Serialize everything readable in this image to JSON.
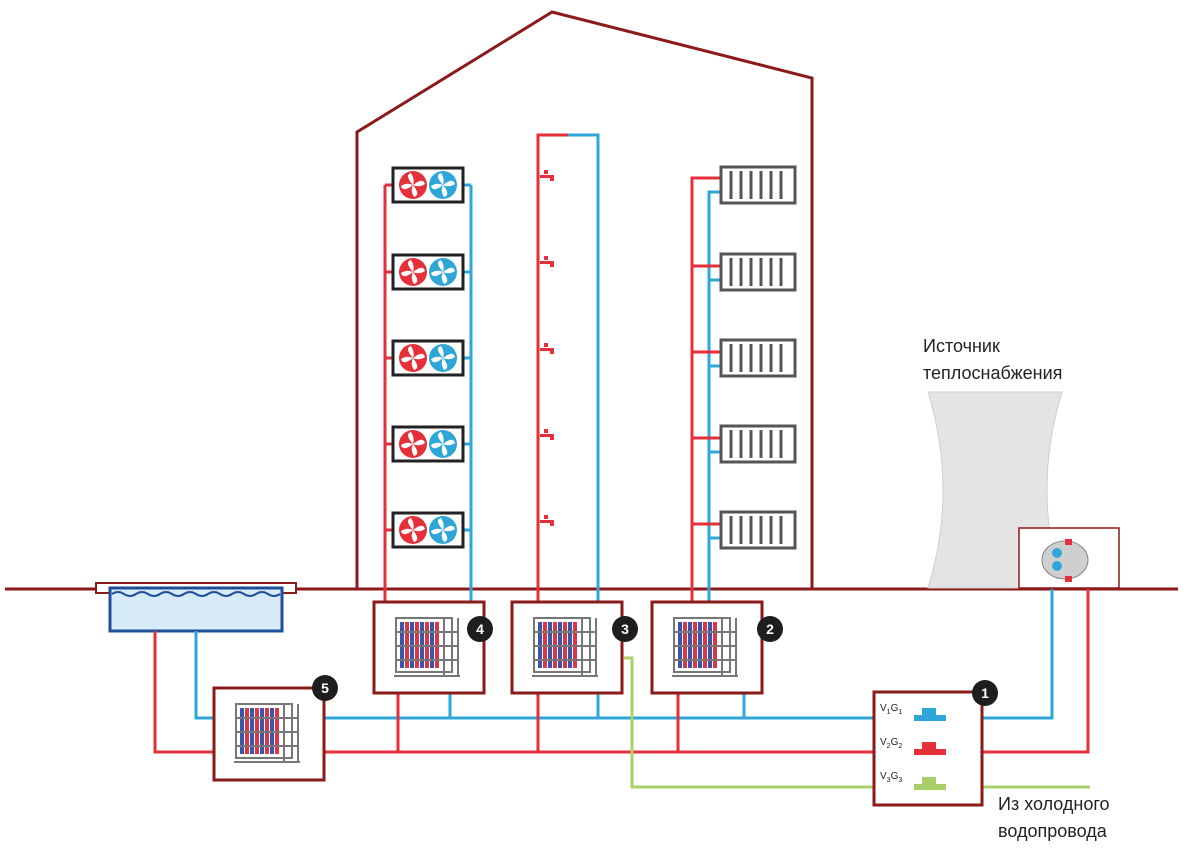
{
  "colors": {
    "building": "#8b1a1a",
    "hot": "#e53039",
    "cold": "#2ea7d8",
    "cold_supply": "#a8cf6a",
    "fan_unit_hot": "#e53039",
    "fan_unit_cold": "#2ea7d8",
    "radiator": "#555555",
    "exchanger_plate": "#3a56a8"
  },
  "source": {
    "label_line1": "Источник",
    "label_line2": "теплоснабжения"
  },
  "cold_water": {
    "label_line1": "Из холодного",
    "label_line2": "водопровода"
  },
  "meters": [
    {
      "v": "V",
      "vi": "1",
      "g": "G",
      "gi": "1",
      "icon": "flow-meter-cold-icon"
    },
    {
      "v": "V",
      "vi": "2",
      "g": "G",
      "gi": "2",
      "icon": "flow-meter-hot-icon"
    },
    {
      "v": "V",
      "vi": "3",
      "g": "G",
      "gi": "3",
      "icon": "flow-meter-supply-icon"
    }
  ],
  "badges": [
    "1",
    "2",
    "3",
    "4",
    "5"
  ]
}
